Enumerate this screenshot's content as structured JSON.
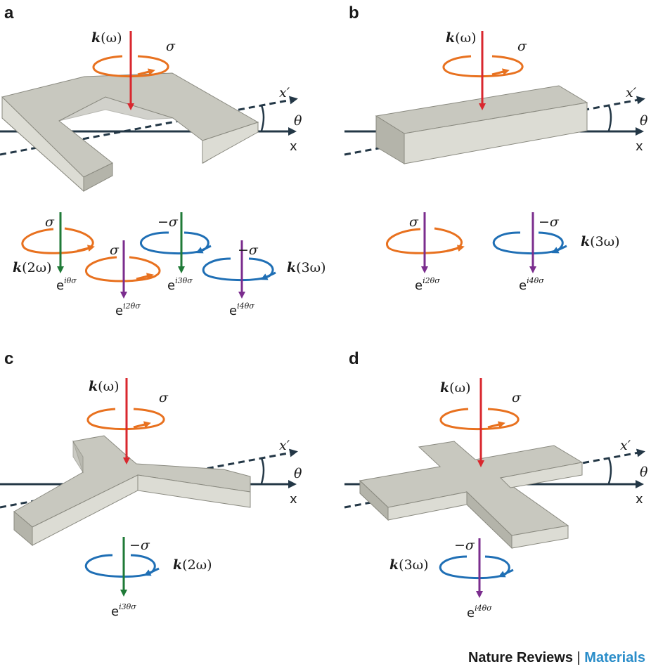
{
  "colors": {
    "orange": "#e8711f",
    "blue": "#1f6fb5",
    "red": "#d9272e",
    "green": "#1f7a37",
    "purple": "#7b2d8e",
    "axis": "#233746",
    "slab_top": "#c8c8bf",
    "slab_front": "#dcdcd4",
    "slab_side": "#b4b4aa"
  },
  "panels": {
    "a": {
      "label": "a"
    },
    "b": {
      "label": "b"
    },
    "c": {
      "label": "c"
    },
    "d": {
      "label": "d"
    }
  },
  "symbols": {
    "k_bold": "k",
    "omega": "(ω)",
    "omega2": "(2ω)",
    "omega3": "(3ω)",
    "sigma": "σ",
    "neg_sigma": "−σ",
    "theta": "θ",
    "x": "x",
    "x_prime": "x′",
    "e": "e",
    "phase1": "iθσ",
    "phase2": "i2θσ",
    "phase3": "i3θσ",
    "phase4": "i4θσ"
  },
  "footer": {
    "journal": "Nature Reviews",
    "separator": "|",
    "section": "Materials"
  }
}
